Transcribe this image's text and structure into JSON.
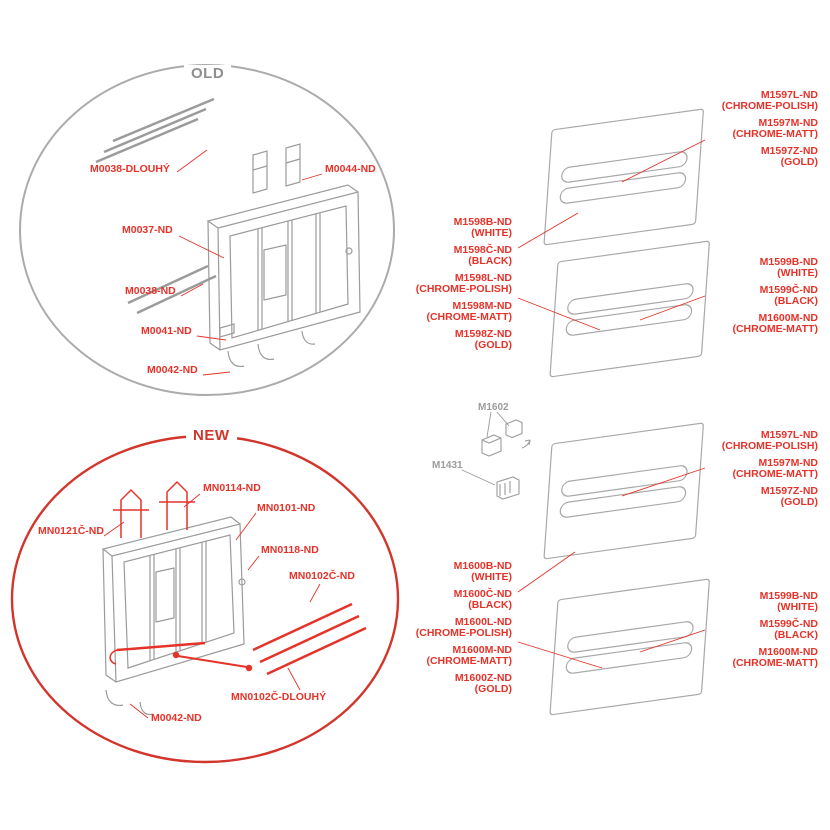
{
  "colors": {
    "accent_red": "#E5332A",
    "line_gray": "#9C9B9B",
    "ellipse_red": "#D2352B",
    "title_gray": "#8F8F8F"
  },
  "old": {
    "title": "OLD",
    "parts": [
      "M0038-DLOUHÝ",
      "M0044-ND",
      "M0037-ND",
      "M0038-ND",
      "M0041-ND",
      "M0042-ND"
    ]
  },
  "new": {
    "title": "NEW",
    "parts": [
      "MN0114-ND",
      "MN0101-ND",
      "MN0121Č-ND",
      "MN0118-ND",
      "MN0102Č-ND",
      "MN0102Č-DLOUHÝ",
      "M0042-ND"
    ]
  },
  "middle": {
    "parts": [
      "M1602",
      "M1431"
    ]
  },
  "plate_labels": {
    "group_a": [
      {
        "code": "M1597L-ND",
        "finish": "(CHROME-POLISH)"
      },
      {
        "code": "M1597M-ND",
        "finish": "(CHROME-MATT)"
      },
      {
        "code": "M1597Z-ND",
        "finish": "(GOLD)"
      }
    ],
    "group_b": [
      {
        "code": "M1598B-ND",
        "finish": "(WHITE)"
      },
      {
        "code": "M1598Č-ND",
        "finish": "(BLACK)"
      },
      {
        "code": "M1598L-ND",
        "finish": "(CHROME-POLISH)"
      },
      {
        "code": "M1598M-ND",
        "finish": "(CHROME-MATT)"
      },
      {
        "code": "M1598Z-ND",
        "finish": "(GOLD)"
      }
    ],
    "group_c": [
      {
        "code": "M1599B-ND",
        "finish": "(WHITE)"
      },
      {
        "code": "M1599Č-ND",
        "finish": "(BLACK)"
      },
      {
        "code": "M1600M-ND",
        "finish": "(CHROME-MATT)"
      }
    ],
    "group_d": [
      {
        "code": "M1597L-ND",
        "finish": "(CHROME-POLISH)"
      },
      {
        "code": "M1597M-ND",
        "finish": "(CHROME-MATT)"
      },
      {
        "code": "M1597Z-ND",
        "finish": "(GOLD)"
      }
    ],
    "group_e": [
      {
        "code": "M1600B-ND",
        "finish": "(WHITE)"
      },
      {
        "code": "M1600Č-ND",
        "finish": "(BLACK)"
      },
      {
        "code": "M1600L-ND",
        "finish": "(CHROME-POLISH)"
      },
      {
        "code": "M1600M-ND",
        "finish": "(CHROME-MATT)"
      },
      {
        "code": "M1600Z-ND",
        "finish": "(GOLD)"
      }
    ],
    "group_f": [
      {
        "code": "M1599B-ND",
        "finish": "(WHITE)"
      },
      {
        "code": "M1599Č-ND",
        "finish": "(BLACK)"
      },
      {
        "code": "M1600M-ND",
        "finish": "(CHROME-MATT)"
      }
    ]
  }
}
